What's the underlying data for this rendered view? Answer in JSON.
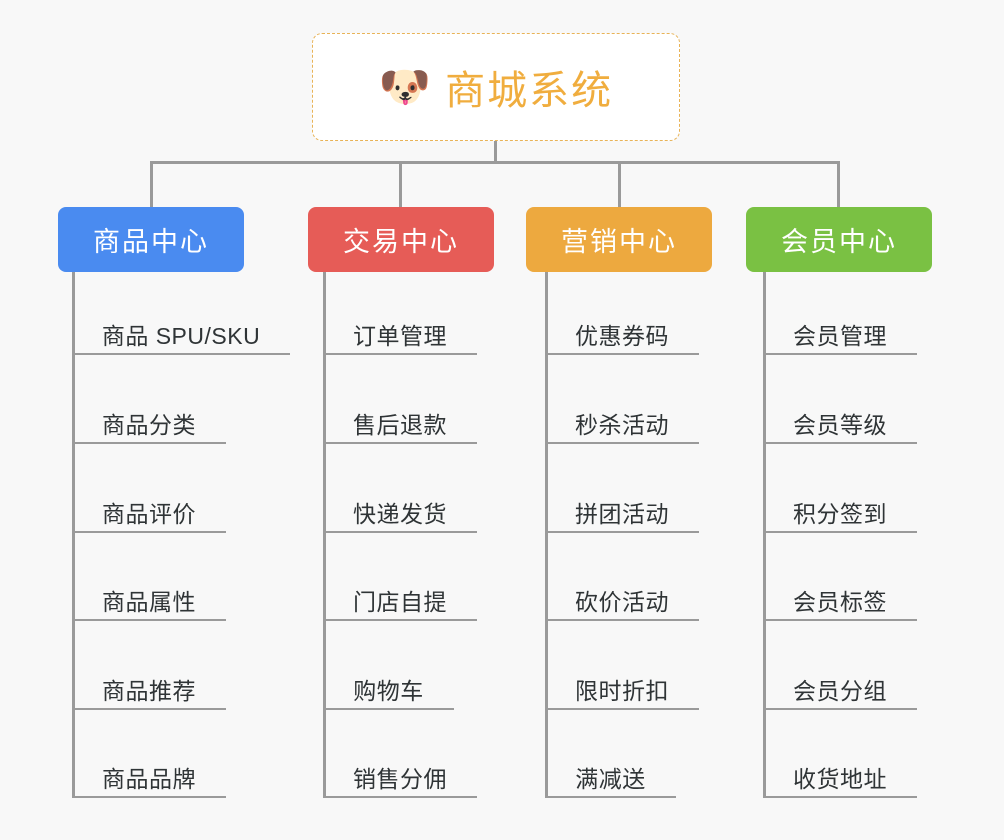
{
  "page": {
    "background_color": "#f8f8f8",
    "line_color": "#9a9a9a",
    "leaf_text_color": "#2f3436"
  },
  "root": {
    "icon": "dog-face-emoji",
    "emoji": "🐶",
    "title": "商城系统",
    "text_color": "#f0ad3e",
    "border_color": "#e8b357",
    "background_color": "#ffffff"
  },
  "categories": [
    {
      "label": "商品中心",
      "color": "#4a8bf0",
      "items": [
        "商品 SPU/SKU",
        "商品分类",
        "商品评价",
        "商品属性",
        "商品推荐",
        "商品品牌"
      ]
    },
    {
      "label": "交易中心",
      "color": "#e65c57",
      "items": [
        "订单管理",
        "售后退款",
        "快递发货",
        "门店自提",
        "购物车",
        "销售分佣"
      ]
    },
    {
      "label": "营销中心",
      "color": "#eda93f",
      "items": [
        "优惠券码",
        "秒杀活动",
        "拼团活动",
        "砍价活动",
        "限时折扣",
        "满减送"
      ]
    },
    {
      "label": "会员中心",
      "color": "#7ac143",
      "items": [
        "会员管理",
        "会员等级",
        "积分签到",
        "会员标签",
        "会员分组",
        "收货地址"
      ]
    }
  ]
}
